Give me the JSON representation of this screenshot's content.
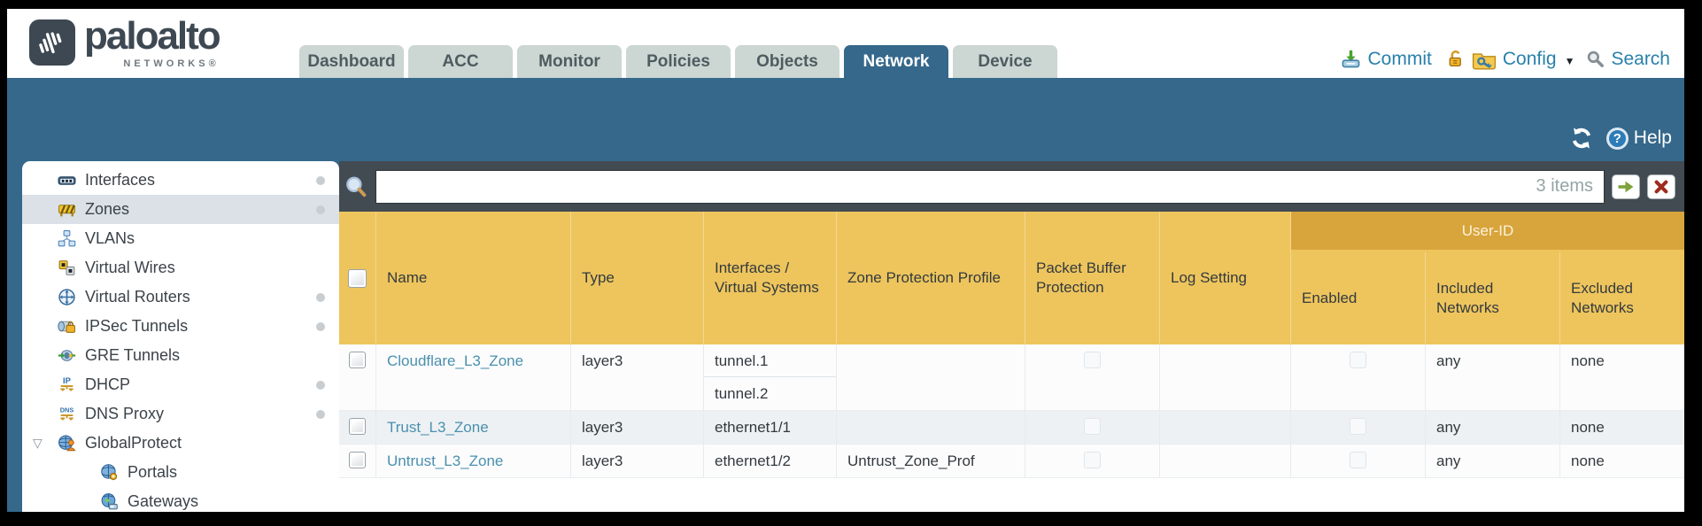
{
  "header": {
    "brand": "paloalto",
    "brand_sub": "NETWORKS®",
    "tabs": [
      {
        "label": "Dashboard",
        "active": false
      },
      {
        "label": "ACC",
        "active": false
      },
      {
        "label": "Monitor",
        "active": false
      },
      {
        "label": "Policies",
        "active": false
      },
      {
        "label": "Objects",
        "active": false
      },
      {
        "label": "Network",
        "active": true
      },
      {
        "label": "Device",
        "active": false
      }
    ],
    "commit_label": "Commit",
    "config_label": "Config",
    "search_label": "Search"
  },
  "banner": {
    "help_label": "Help"
  },
  "sidebar": {
    "items": [
      {
        "label": "Interfaces",
        "icon": "interfaces-icon",
        "dot": true,
        "selected": false,
        "indent": 0,
        "expanded": false
      },
      {
        "label": "Zones",
        "icon": "zones-icon",
        "dot": true,
        "selected": true,
        "indent": 0,
        "expanded": false
      },
      {
        "label": "VLANs",
        "icon": "vlans-icon",
        "dot": false,
        "selected": false,
        "indent": 0,
        "expanded": false
      },
      {
        "label": "Virtual Wires",
        "icon": "virtual-wires-icon",
        "dot": false,
        "selected": false,
        "indent": 0,
        "expanded": false
      },
      {
        "label": "Virtual Routers",
        "icon": "virtual-routers-icon",
        "dot": true,
        "selected": false,
        "indent": 0,
        "expanded": false
      },
      {
        "label": "IPSec Tunnels",
        "icon": "ipsec-tunnels-icon",
        "dot": true,
        "selected": false,
        "indent": 0,
        "expanded": false
      },
      {
        "label": "GRE Tunnels",
        "icon": "gre-tunnels-icon",
        "dot": false,
        "selected": false,
        "indent": 0,
        "expanded": false
      },
      {
        "label": "DHCP",
        "icon": "dhcp-icon",
        "dot": true,
        "selected": false,
        "indent": 0,
        "expanded": false
      },
      {
        "label": "DNS Proxy",
        "icon": "dns-proxy-icon",
        "dot": true,
        "selected": false,
        "indent": 0,
        "expanded": false
      },
      {
        "label": "GlobalProtect",
        "icon": "globalprotect-icon",
        "dot": false,
        "selected": false,
        "indent": 0,
        "expanded": true
      },
      {
        "label": "Portals",
        "icon": "portals-icon",
        "dot": false,
        "selected": false,
        "indent": 1,
        "expanded": false
      },
      {
        "label": "Gateways",
        "icon": "gateways-icon",
        "dot": false,
        "selected": false,
        "indent": 1,
        "expanded": false
      }
    ]
  },
  "filter_bar": {
    "query": "",
    "items_count": "3 items"
  },
  "table": {
    "group_header": "User-ID",
    "columns": [
      "Name",
      "Type",
      "Interfaces / Virtual Systems",
      "Zone Protection Profile",
      "Packet Buffer Protection",
      "Log Setting",
      "Enabled",
      "Included Networks",
      "Excluded Networks"
    ],
    "rows": [
      {
        "name": "Cloudflare_L3_Zone",
        "type": "layer3",
        "interfaces": [
          "tunnel.1",
          "tunnel.2"
        ],
        "zone_protection_profile": "",
        "packet_buffer_protection_checked": false,
        "log_setting": "",
        "user_id_enabled_checked": false,
        "included_networks": "any",
        "excluded_networks": "none"
      },
      {
        "name": "Trust_L3_Zone",
        "type": "layer3",
        "interfaces": [
          "ethernet1/1"
        ],
        "zone_protection_profile": "",
        "packet_buffer_protection_checked": false,
        "log_setting": "",
        "user_id_enabled_checked": false,
        "included_networks": "any",
        "excluded_networks": "none"
      },
      {
        "name": "Untrust_L3_Zone",
        "type": "layer3",
        "interfaces": [
          "ethernet1/2"
        ],
        "zone_protection_profile": "Untrust_Zone_Prof",
        "packet_buffer_protection_checked": false,
        "log_setting": "",
        "user_id_enabled_checked": false,
        "included_networks": "any",
        "excluded_networks": "none"
      }
    ]
  },
  "colors": {
    "accent_teal": "#35688b",
    "table_header_orange": "#eec55d",
    "group_band_orange": "#d8a43c",
    "link_blue": "#2980ab",
    "zone_link_blue": "#4a90ad",
    "filter_bar_slate": "#424b52"
  }
}
